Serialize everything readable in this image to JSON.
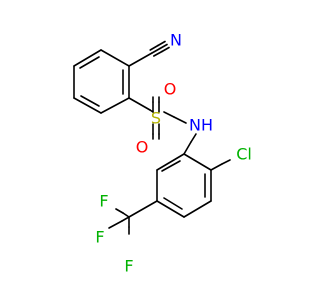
{
  "molecule": {
    "atoms": {
      "nitrile_n": "N",
      "sulfonyl_o_top": "O",
      "sulfonyl_s": "S",
      "sulfonyl_o_bottom": "O",
      "amide_nh": "NH",
      "chloro": "Cl",
      "fluoro_top": "F",
      "fluoro_left": "F",
      "fluoro_bottom": "F"
    },
    "colors": {
      "carbon_bond": "#000000",
      "nitrogen": "#0000ff",
      "oxygen": "#ff0000",
      "sulfur": "#b2b200",
      "chlorine": "#00b200",
      "fluorine": "#00b200"
    }
  }
}
